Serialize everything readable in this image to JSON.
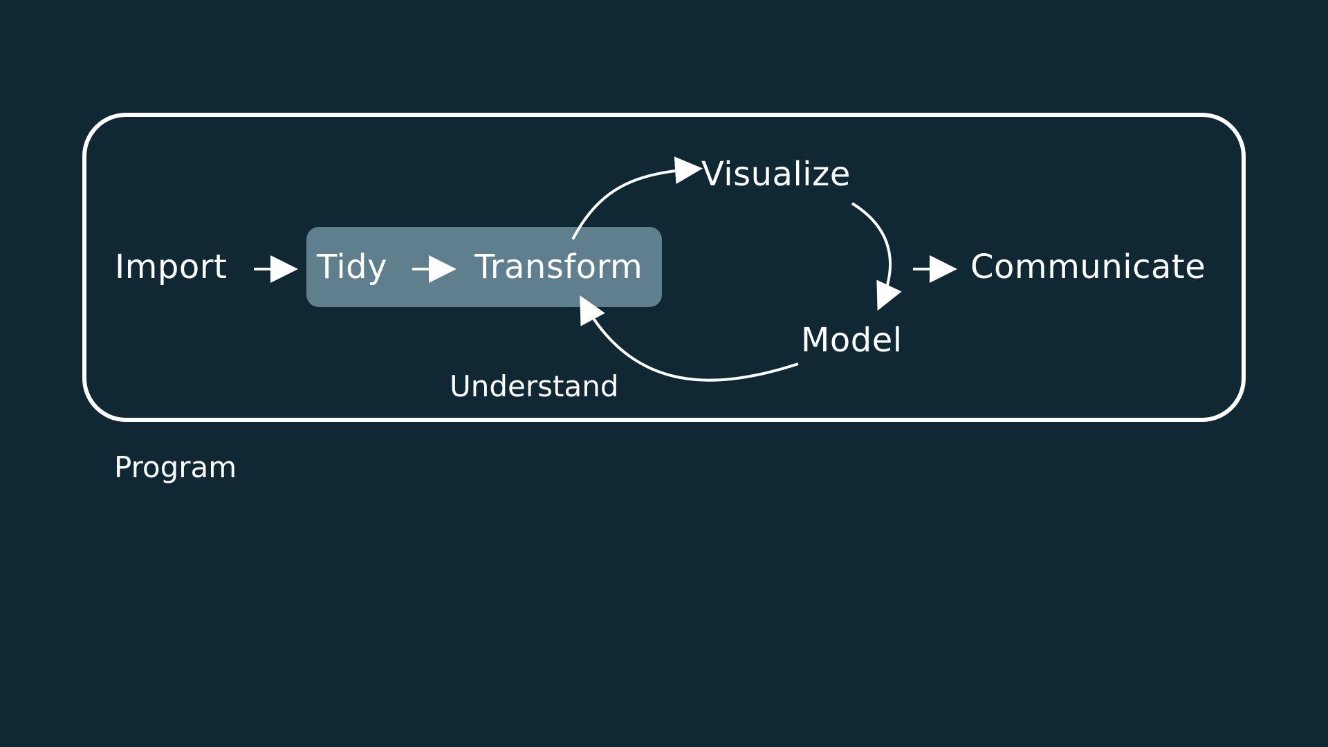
{
  "diagram": {
    "nodes": {
      "import": "Import",
      "tidy": "Tidy",
      "transform": "Transform",
      "visualize": "Visualize",
      "model": "Model",
      "communicate": "Communicate"
    },
    "labels": {
      "understand": "Understand",
      "program": "Program"
    },
    "colors": {
      "background": "#102833",
      "stroke": "#ffffff",
      "wrangle_highlight": "#5f7f8f"
    }
  }
}
